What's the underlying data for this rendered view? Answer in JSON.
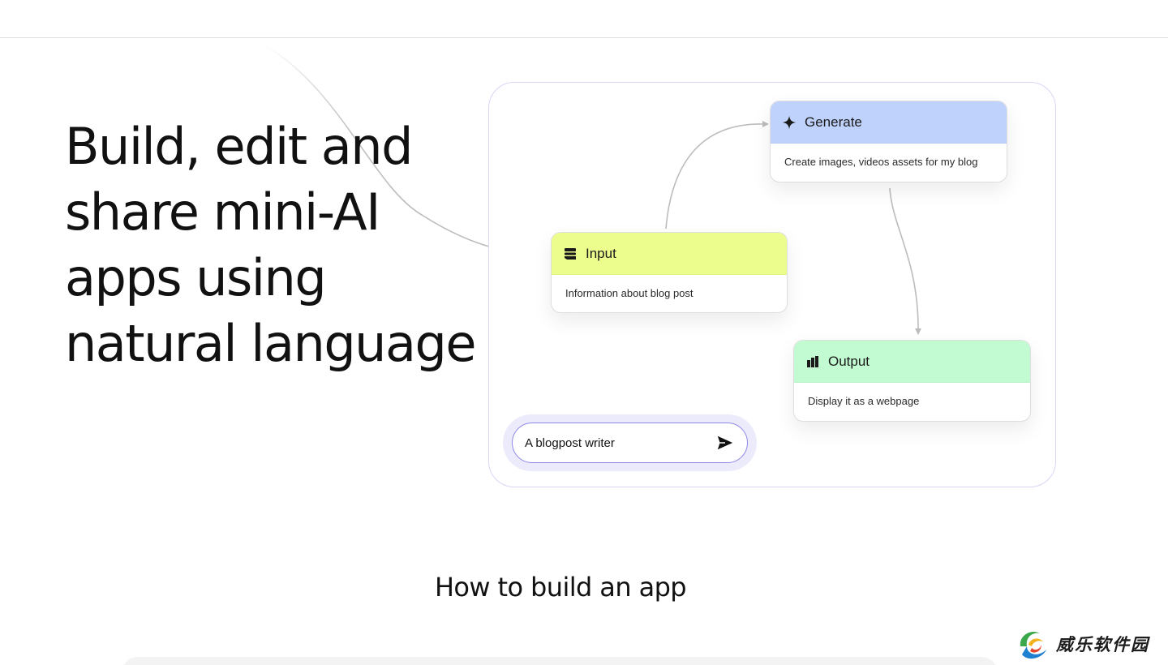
{
  "hero": {
    "title_lines": [
      "Build, edit and",
      "share mini-AI",
      "apps using",
      "natural language"
    ]
  },
  "flow": {
    "nodes": {
      "generate": {
        "icon": "sparkle-icon",
        "title": "Generate",
        "description": "Create images, videos assets for my blog",
        "color": "#bfd2fb"
      },
      "input": {
        "icon": "input-list-icon",
        "title": "Input",
        "description": "Information about blog post",
        "color": "#ecfd8d"
      },
      "output": {
        "icon": "bar-chart-icon",
        "title": "Output",
        "description": "Display it as a webpage",
        "color": "#c2fbd2"
      }
    },
    "prompt": {
      "value": "A blogpost writer",
      "send_icon": "send-icon"
    },
    "accent_color": "#8c88e6"
  },
  "section": {
    "heading": "How to build an app"
  },
  "watermark": {
    "text": "威乐软件园",
    "logo_icon": "swirl-logo-icon"
  }
}
